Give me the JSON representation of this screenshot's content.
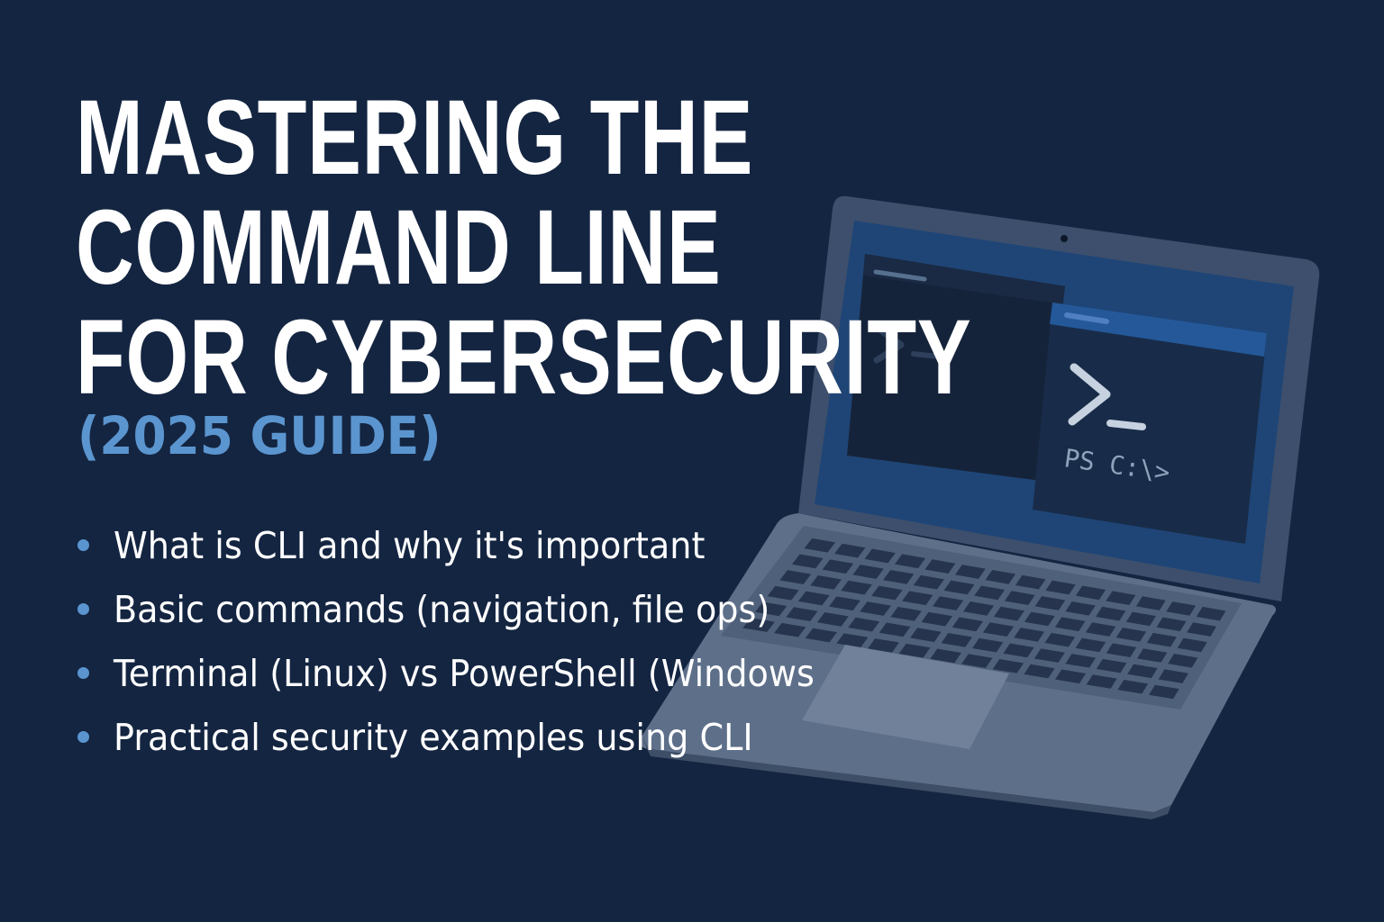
{
  "title": {
    "line1": "MASTERING THE",
    "line2": "COMMAND LINE",
    "line3": "FOR CYBERSECURITY"
  },
  "subtitle": "(2025 GUIDE)",
  "bullets": [
    "What is CLI and why it's important",
    "Basic commands (navigation, file ops)",
    "Terminal (Linux) vs PowerShell (Windows",
    "Practical security examples using CLI"
  ],
  "laptop": {
    "powershell_prompt": "PS C:\\>",
    "prompt_icon": "terminal-prompt-icon"
  },
  "colors": {
    "background": "#142541",
    "accent": "#5b95cf",
    "title": "#ffffff"
  }
}
